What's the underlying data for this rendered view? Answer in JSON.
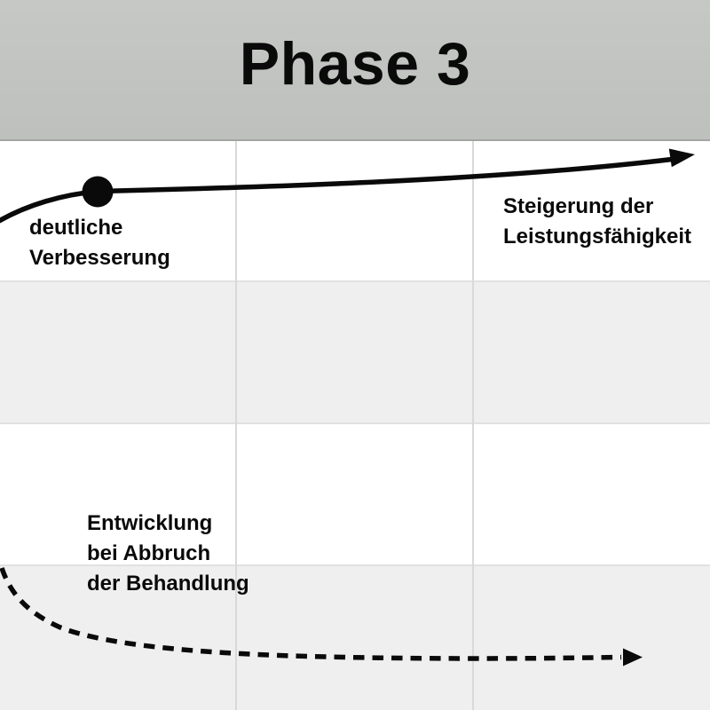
{
  "slide": {
    "title": "Phase 3"
  },
  "labels": {
    "improvement": {
      "line1": "deutliche",
      "line2": "Verbesserung"
    },
    "performance": {
      "line1": "Steigerung der",
      "line2": "Leistungsfähigkeit"
    },
    "dropout": {
      "line1": "Entwicklung",
      "line2": "bei Abbruch",
      "line3": "der Behandlung"
    }
  },
  "diagram": {
    "curves": [
      {
        "name": "performance-curve",
        "style": "solid",
        "start_marker": "filled-dot",
        "end_marker": "arrow-right",
        "label": "Steigerung der Leistungsfähigkeit",
        "dot_label": "deutliche Verbesserung"
      },
      {
        "name": "dropout-curve",
        "style": "dashed",
        "end_marker": "arrow-right",
        "label": "Entwicklung bei Abbruch der Behandlung"
      }
    ]
  },
  "colors": {
    "header_bg": "#c0c2c0",
    "header_border": "#a3a5a3",
    "band_gray": "#eeefee",
    "grid_vline": "#d8dad8",
    "grid_hline": "#e0e1e0",
    "ink": "#0a0a0a"
  }
}
